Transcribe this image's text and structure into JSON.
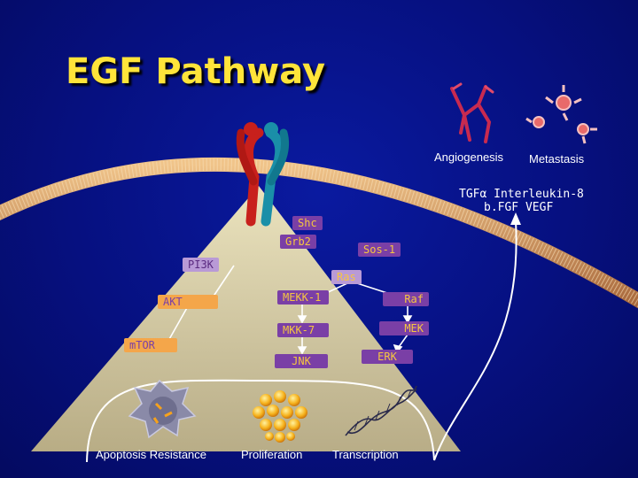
{
  "title": "EGF Pathway",
  "outcomes": {
    "angiogenesis": "Angiogenesis",
    "metastasis": "Metastasis",
    "factors_line1": "TGFα Interleukin-8",
    "factors_line2": "b.FGF VEGF",
    "apoptosis": "Apoptosis Resistance",
    "proliferation": "Proliferation",
    "transcription": "Transcription"
  },
  "nodes": {
    "shc": "Shc",
    "grb2": "Grb2",
    "sos1": "Sos-1",
    "pi3k": "PI3K",
    "ras": "Ras",
    "akt": "AKT",
    "mekk1": "MEKK-1",
    "raf": "Raf",
    "mkk7": "MKK-7",
    "mek": "MEK",
    "mtor": "mTOR",
    "jnk": "JNK",
    "erk": "ERK"
  },
  "colors": {
    "background": "#061080",
    "title": "#ffe43a",
    "membrane": "#d9a46a",
    "receptor_red": "#c8201c",
    "receptor_teal": "#1a8fa8",
    "triangle": "#f2e6a8",
    "chip_purple": "#7a3fa6",
    "chip_yellow": "#f6c640",
    "chip_orange": "#f4a64a",
    "chip_lilac": "#b99ad6"
  }
}
